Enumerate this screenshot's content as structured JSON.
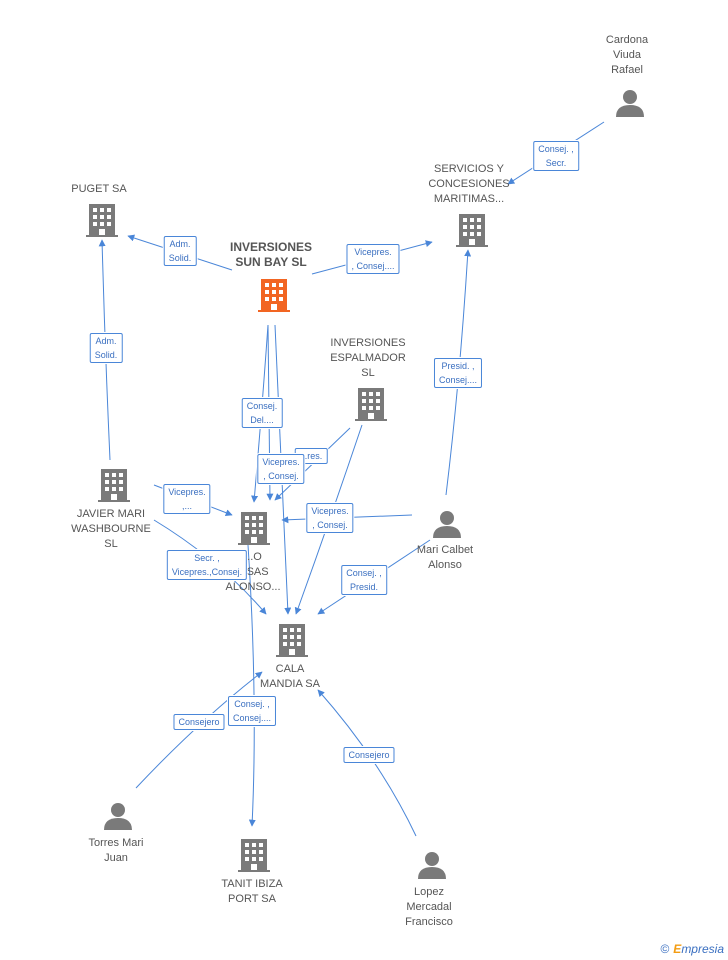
{
  "nodes": [
    {
      "id": "main",
      "label_lines": [
        "INVERSIONES",
        "SUN BAY SL"
      ],
      "type": "company-main"
    },
    {
      "id": "puget",
      "label_lines": [
        "PUGET SA"
      ],
      "type": "company"
    },
    {
      "id": "servicios",
      "label_lines": [
        "SERVICIOS Y",
        "CONCESIONES",
        "MARITIMAS..."
      ],
      "type": "company"
    },
    {
      "id": "cardona",
      "label_lines": [
        "Cardona",
        "Viuda",
        "Rafael"
      ],
      "type": "person"
    },
    {
      "id": "espalmador",
      "label_lines": [
        "INVERSIONES",
        "ESPALMADOR",
        "SL"
      ],
      "type": "company"
    },
    {
      "id": "javier",
      "label_lines": [
        "JAVIER MARI",
        "WASHBOURNE",
        "SL"
      ],
      "type": "company"
    },
    {
      "id": "middle",
      "label_lines": [
        "...O",
        "...SAS",
        "ALONSO..."
      ],
      "type": "company"
    },
    {
      "id": "calbet",
      "label_lines": [
        "Mari Calbet",
        "Alonso"
      ],
      "type": "person"
    },
    {
      "id": "cala",
      "label_lines": [
        "CALA",
        "MANDIA SA"
      ],
      "type": "company"
    },
    {
      "id": "torres",
      "label_lines": [
        "Torres Mari",
        "Juan"
      ],
      "type": "person"
    },
    {
      "id": "tanit",
      "label_lines": [
        "TANIT IBIZA",
        "PORT SA"
      ],
      "type": "company"
    },
    {
      "id": "lopez",
      "label_lines": [
        "Lopez",
        "Mercadal",
        "Francisco"
      ],
      "type": "person"
    }
  ],
  "edge_labels": [
    {
      "id": "e1",
      "lines": [
        "Adm.",
        "Solid."
      ]
    },
    {
      "id": "e2",
      "lines": [
        "Vicepres.",
        ", Consej...."
      ]
    },
    {
      "id": "e3",
      "lines": [
        "Consej. ,",
        "Secr."
      ]
    },
    {
      "id": "e4",
      "lines": [
        "Adm.",
        "Solid."
      ]
    },
    {
      "id": "e5",
      "lines": [
        "Presid. ,",
        "Consej...."
      ]
    },
    {
      "id": "e6",
      "lines": [
        "Consej.",
        "Del...."
      ]
    },
    {
      "id": "e7",
      "lines": [
        "...res."
      ]
    },
    {
      "id": "e8",
      "lines": [
        "Vicepres.",
        ", Consej."
      ]
    },
    {
      "id": "e9",
      "lines": [
        "Vicepres.",
        ",..."
      ]
    },
    {
      "id": "e10",
      "lines": [
        "Vicepres.",
        ", Consej."
      ]
    },
    {
      "id": "e11",
      "lines": [
        "Secr. ,",
        "Vicepres.,Consej."
      ]
    },
    {
      "id": "e12",
      "lines": [
        "Consej. ,",
        "Presid."
      ]
    },
    {
      "id": "e13",
      "lines": [
        "Consej. ,",
        "Consej...."
      ]
    },
    {
      "id": "e14",
      "lines": [
        "Consejero"
      ]
    },
    {
      "id": "e15",
      "lines": [
        "Consejero"
      ]
    }
  ],
  "brand": {
    "copyright": "©",
    "first_letter": "E",
    "rest": "mpresia"
  },
  "colors": {
    "edge": "#4a86d8",
    "icon": "#7a7a7a",
    "main_icon": "#f26522"
  }
}
